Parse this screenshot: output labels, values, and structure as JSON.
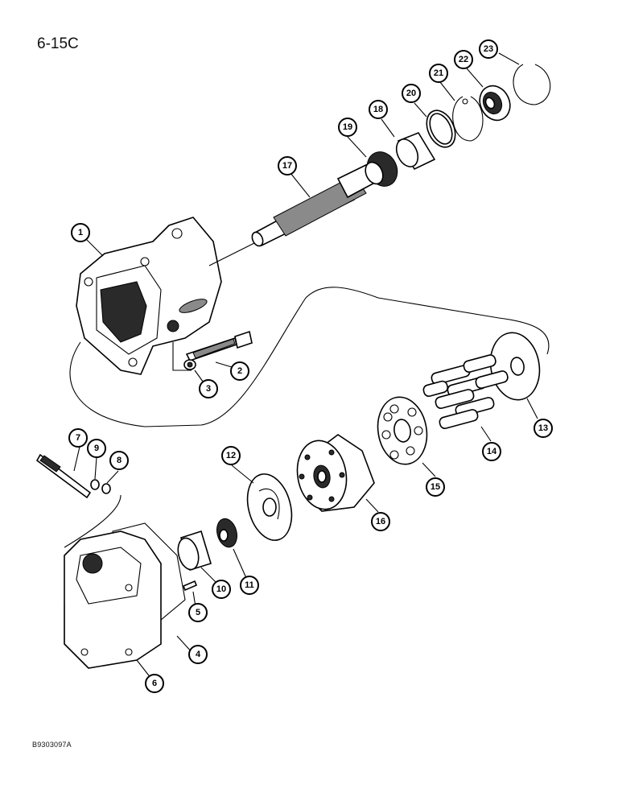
{
  "page": {
    "page_ref": "6-15C",
    "figure_id": "B9303097A"
  },
  "callouts": [
    {
      "id": "1",
      "label": "1"
    },
    {
      "id": "2",
      "label": "2"
    },
    {
      "id": "3",
      "label": "3"
    },
    {
      "id": "4",
      "label": "4"
    },
    {
      "id": "5",
      "label": "5"
    },
    {
      "id": "6",
      "label": "6"
    },
    {
      "id": "7",
      "label": "7"
    },
    {
      "id": "8",
      "label": "8"
    },
    {
      "id": "9",
      "label": "9"
    },
    {
      "id": "10",
      "label": "10"
    },
    {
      "id": "11",
      "label": "11"
    },
    {
      "id": "12",
      "label": "12"
    },
    {
      "id": "13",
      "label": "13"
    },
    {
      "id": "14",
      "label": "14"
    },
    {
      "id": "15",
      "label": "15"
    },
    {
      "id": "16",
      "label": "16"
    },
    {
      "id": "17",
      "label": "17"
    },
    {
      "id": "18",
      "label": "18"
    },
    {
      "id": "19",
      "label": "19"
    },
    {
      "id": "20",
      "label": "20"
    },
    {
      "id": "21",
      "label": "21"
    },
    {
      "id": "22",
      "label": "22"
    },
    {
      "id": "23",
      "label": "23"
    }
  ]
}
